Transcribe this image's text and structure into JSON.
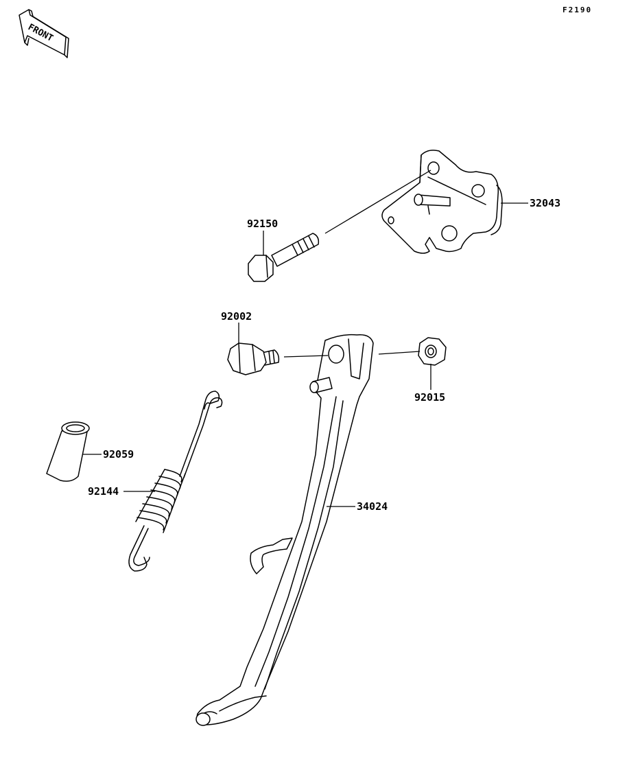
{
  "figure_code": "F2190",
  "front_label": "FRONT",
  "parts": [
    {
      "id": "32043",
      "name": "bracket"
    },
    {
      "id": "92150",
      "name": "bolt"
    },
    {
      "id": "92002",
      "name": "pivot-bolt"
    },
    {
      "id": "92015",
      "name": "nut"
    },
    {
      "id": "92059",
      "name": "collar"
    },
    {
      "id": "92144",
      "name": "spring"
    },
    {
      "id": "34024",
      "name": "side-stand"
    }
  ]
}
